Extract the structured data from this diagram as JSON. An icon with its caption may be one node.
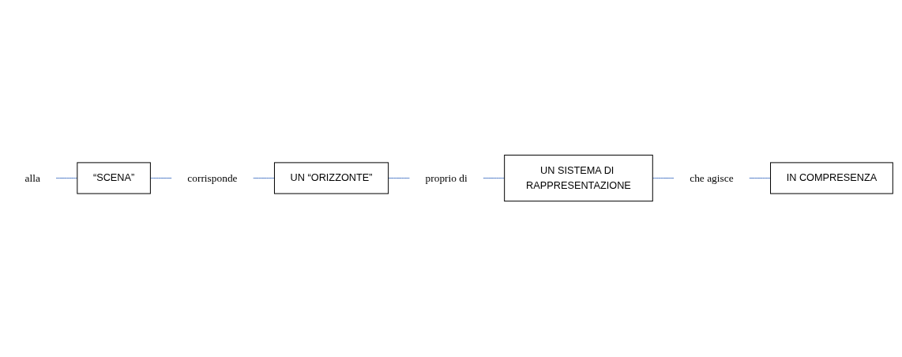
{
  "diagram": {
    "nodes": [
      {
        "text": [
          "alla"
        ]
      },
      {
        "text": [
          "“SCENA”"
        ]
      },
      {
        "text": [
          "corrisponde"
        ]
      },
      {
        "text": [
          "UN “ORIZZONTE”"
        ]
      },
      {
        "text": [
          "proprio di"
        ]
      },
      {
        "text": [
          "UN SISTEMA DI RAPPRESENTAZIONE"
        ]
      },
      {
        "text": [
          "che agisce"
        ]
      },
      {
        "text": [
          "IN COMPRESENZA"
        ]
      }
    ],
    "edges": [
      {
        "from": 0,
        "to": 1,
        "arrow": "none"
      },
      {
        "from": 1,
        "to": 2,
        "arrow": "none"
      },
      {
        "from": 2,
        "to": 3,
        "arrow": "none"
      },
      {
        "from": 3,
        "to": 4,
        "arrow": "none"
      },
      {
        "from": 4,
        "to": 5,
        "arrow": "none"
      },
      {
        "from": 5,
        "to": 6,
        "arrow": "none"
      },
      {
        "from": 6,
        "to": 7,
        "arrow": "none"
      }
    ]
  }
}
